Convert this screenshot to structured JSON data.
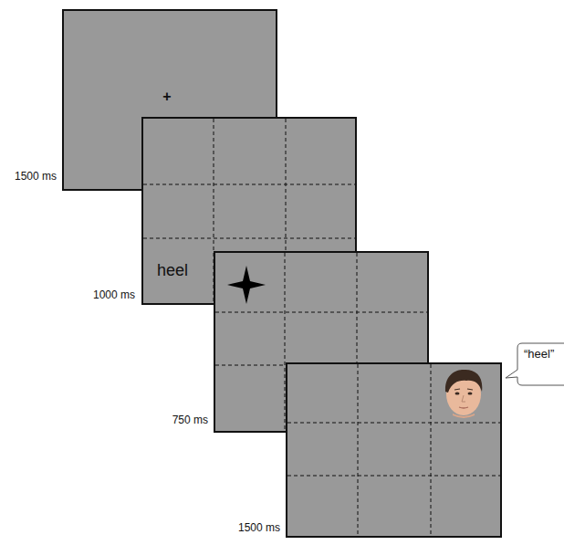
{
  "diagram": {
    "nodes": [
      {
        "text": [
          "+"
        ]
      },
      {
        "text": [
          "heel"
        ]
      },
      {
        "text": [
          "“heel”"
        ]
      }
    ],
    "labels": [
      "1500 ms",
      "1000 ms",
      "750 ms",
      "1500 ms"
    ]
  }
}
